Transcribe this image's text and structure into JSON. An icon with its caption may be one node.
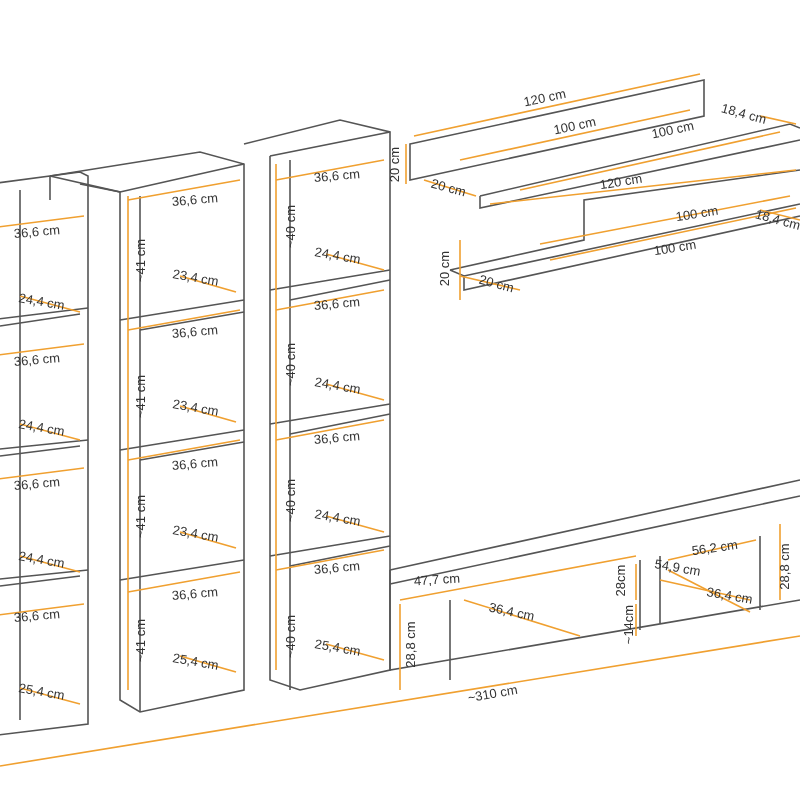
{
  "diagram": {
    "labels": [
      "120 cm",
      "100 cm",
      "18,4 cm",
      "20 cm",
      "100 cm",
      "20 cm",
      "120 cm",
      "100 cm",
      "18,4 cm",
      "20 cm",
      "100 cm",
      "20 cm",
      "36,6 cm",
      "24,4 cm",
      "36,6 cm",
      "24,4 cm",
      "36,6 cm",
      "24,4 cm",
      "36,6 cm",
      "25,4 cm",
      "36,6 cm",
      "~41 cm",
      "23,4 cm",
      "36,6 cm",
      "~41 cm",
      "23,4 cm",
      "36,6 cm",
      "~41 cm",
      "23,4 cm",
      "36,6 cm",
      "~41 cm",
      "25,4 cm",
      "36,6 cm",
      "~40 cm",
      "24,4 cm",
      "36,6 cm",
      "~40 cm",
      "24,4 cm",
      "36,6 cm",
      "~40 cm",
      "24,4 cm",
      "36,6 cm",
      "~40 cm",
      "25,4 cm",
      "47,7 cm",
      "28,8 cm",
      "36,4 cm",
      "28cm",
      "~14cm",
      "54,9 cm",
      "56,2 cm",
      "36,4 cm",
      "28,8 cm",
      "~310 cm"
    ]
  }
}
